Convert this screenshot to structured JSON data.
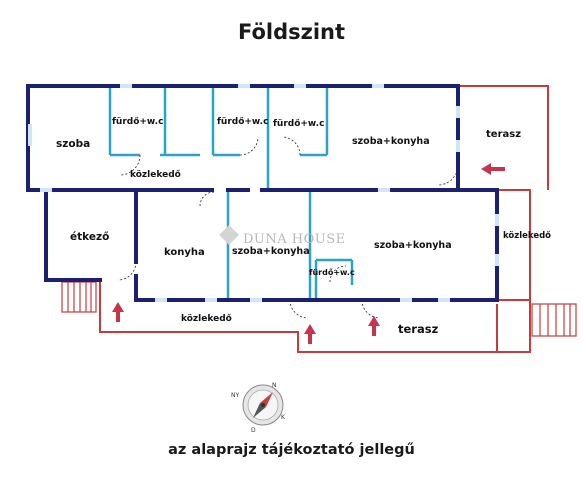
{
  "title": "Földszint",
  "disclaimer": "az alaprajz tájékoztató jellegű",
  "watermark": "DUNA HOUSE",
  "rooms": {
    "szoba": "szoba",
    "furdo1": "fürdő+w.c",
    "furdo2": "fürdő+w.c",
    "furdo3": "fürdő+w.c",
    "szoba_konyha_top": "szoba+konyha",
    "terasz_right": "terasz",
    "kozlekedo_top": "közlekedő",
    "etkezo": "étkező",
    "konyha": "konyha",
    "szoba_konyha_mid": "szoba+konyha",
    "szoba_konyha_right": "szoba+konyha",
    "kozlekedo_right": "közlekedő",
    "furdo4": "fürdő+w.c",
    "kozlekedo_bottom": "közlekedő",
    "terasz_bottom": "terasz"
  },
  "compass": {
    "n": "N",
    "e": "K",
    "s": "D",
    "w": "NY"
  },
  "colors": {
    "outer_wall": "#1b2170",
    "inner_wall": "#2ba3c6",
    "terrace": "#c83b3b",
    "arrow": "#c8334e",
    "window": "#cfe6f3"
  }
}
